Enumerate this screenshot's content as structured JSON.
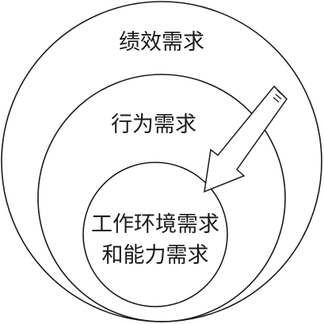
{
  "diagram": {
    "outer_label": "绩效需求",
    "middle_label": "行为需求",
    "inner_label_line1": "工作环境需求",
    "inner_label_line2": "和能力需求",
    "arrow_icon": "pencil-arrow-icon",
    "stroke_color": "#1a1a1a",
    "background_color": "#ffffff"
  }
}
